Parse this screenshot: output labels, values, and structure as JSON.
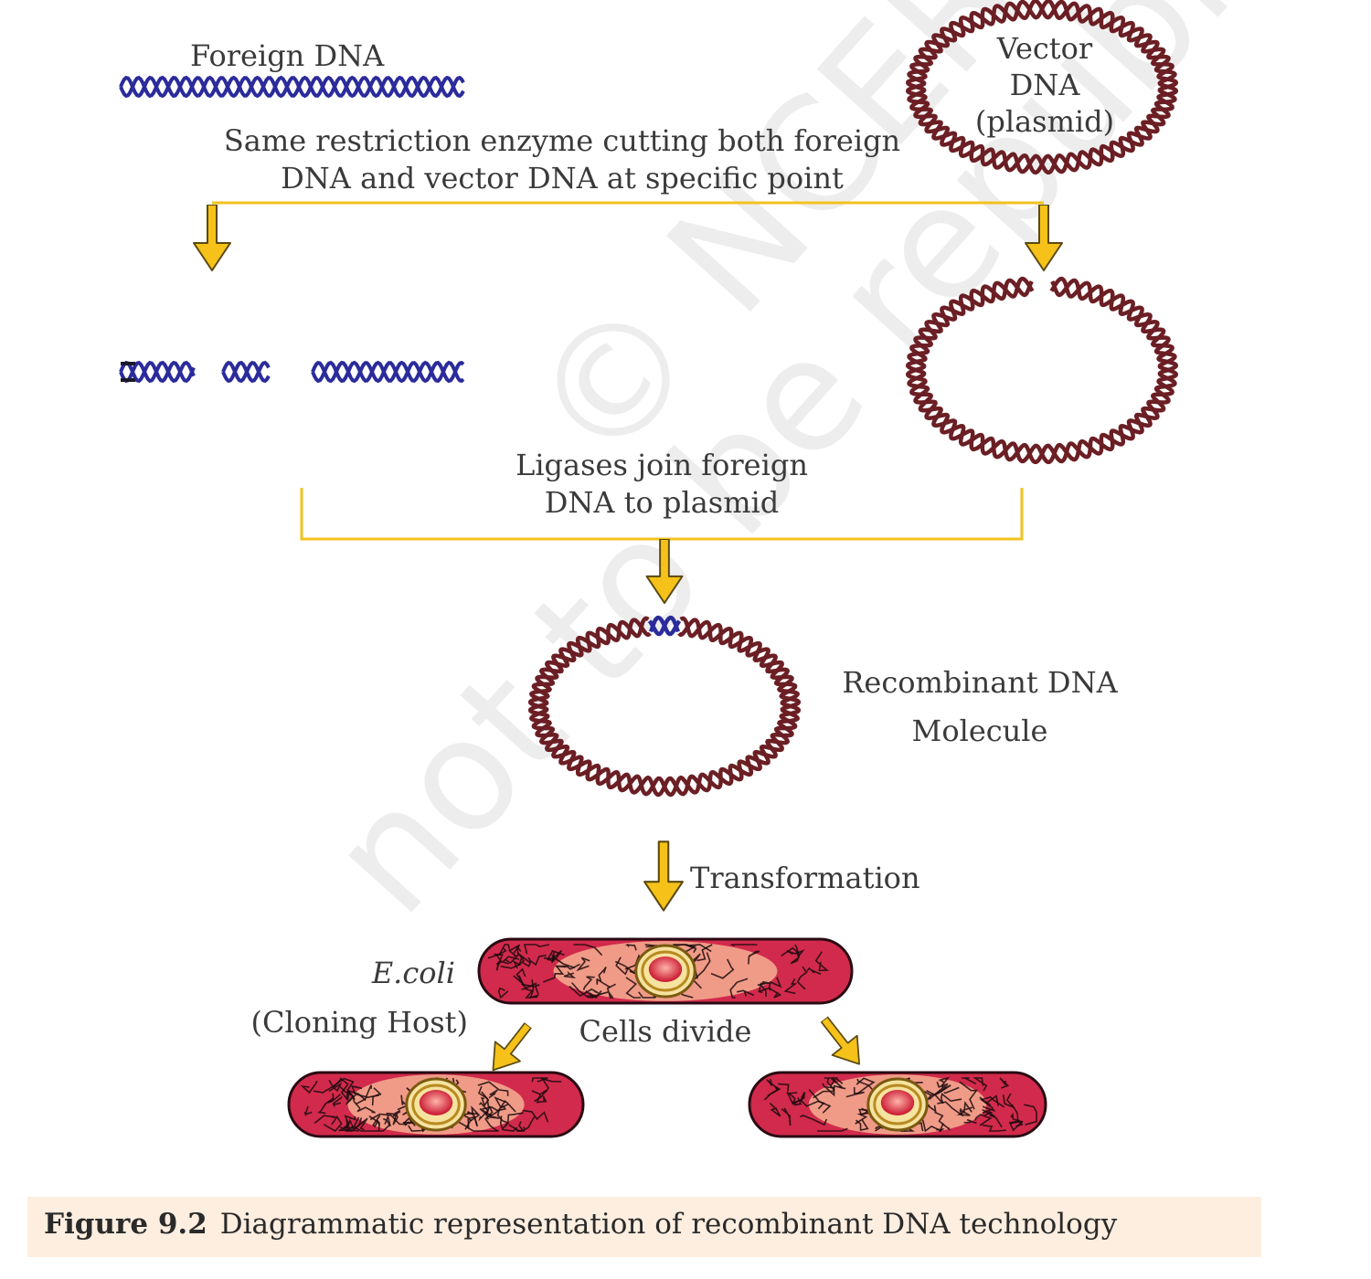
{
  "labels": {
    "foreign_dna": "Foreign DNA",
    "vector_l1": "Vector",
    "vector_l2": "DNA",
    "vector_l3": "(plasmid)",
    "restriction_l1": "Same restriction enzyme cutting both foreign",
    "restriction_l2": "DNA and vector DNA at specific point",
    "ligase_l1": "Ligases join foreign",
    "ligase_l2": "DNA to plasmid",
    "recombinant_l1": "Recombinant  DNA",
    "recombinant_l2": "Molecule",
    "transformation": "Transformation",
    "ecoli": "E.coli",
    "cloning_host": "(Cloning  Host)",
    "cells_divide": "Cells divide"
  },
  "watermark": {
    "line1": "© NCERT",
    "line2": "not to be republished"
  },
  "caption": {
    "figure_no": "Figure  9.2",
    "text": "Diagrammatic  representation  of  recombinant  DNA  technology"
  },
  "colors": {
    "foreign_dna": "#2b2b9c",
    "vector_dna": "#6b1f24",
    "arrow_fill": "#f6c21a",
    "arrow_stroke": "#5a4a10",
    "bracket": "#f2c21e",
    "cell_fill": "#d22a4c",
    "cell_inner": "#f3a78e",
    "caption_bg": "#fdeee0"
  }
}
